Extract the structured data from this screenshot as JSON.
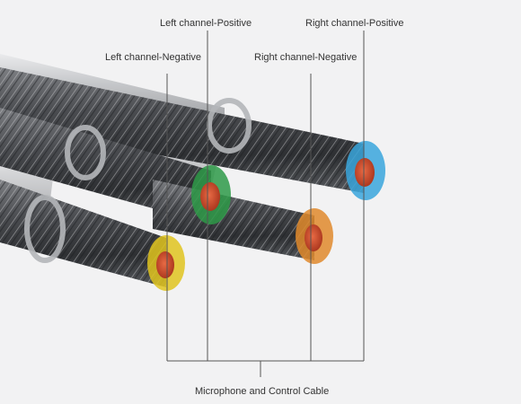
{
  "labels": {
    "left_positive": "Left channel-Positive",
    "right_positive": "Right channel-Positive",
    "left_negative": "Left channel-Negative",
    "right_negative": "Right channel-Negative",
    "bottom": "Microphone and Control Cable"
  },
  "colors": {
    "background": "#f2f2f3",
    "leader_line": "#555555",
    "left_positive": "#2e9a48",
    "right_positive": "#3aa6dc",
    "left_negative": "#e0c41e",
    "right_negative": "#e08a2c",
    "copper_core": "#d24a2a"
  }
}
